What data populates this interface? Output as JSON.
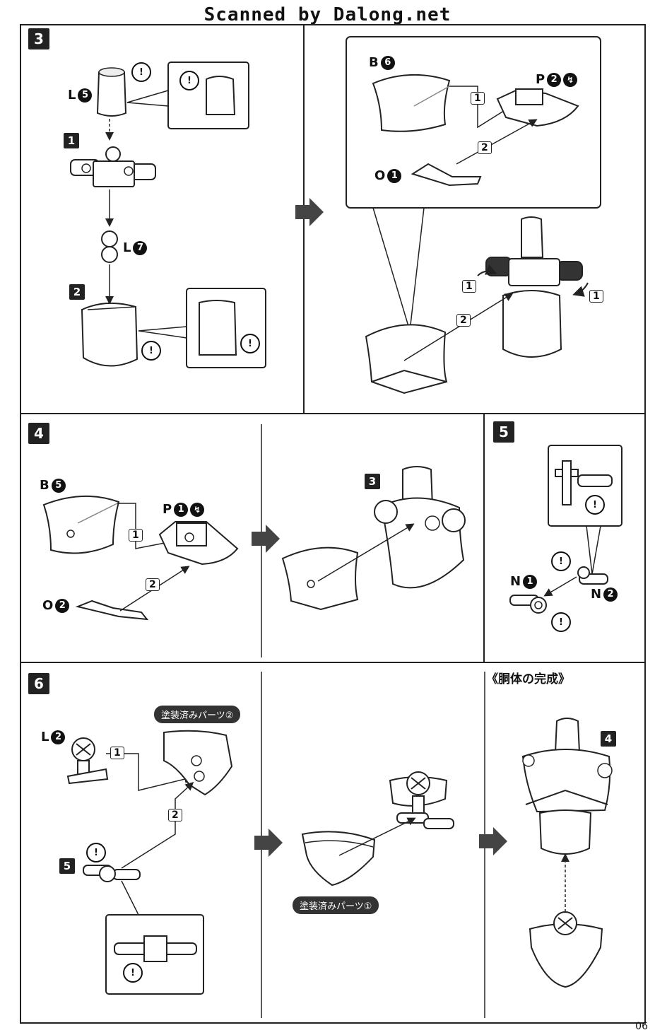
{
  "header": {
    "text": "Scanned by Dalong.net"
  },
  "page_number": "06",
  "steps": {
    "s3": {
      "number": "3"
    },
    "s4": {
      "number": "4"
    },
    "s5": {
      "number": "5"
    },
    "s6": {
      "number": "6"
    }
  },
  "sub_labels": {
    "a": "1",
    "b": "2",
    "c": "3",
    "d": "5",
    "e": "4"
  },
  "parts": {
    "L5": {
      "letter": "L",
      "num": "5"
    },
    "L7": {
      "letter": "L",
      "num": "7"
    },
    "B6": {
      "letter": "B",
      "num": "6"
    },
    "P2": {
      "letter": "P",
      "num": "2"
    },
    "O1": {
      "letter": "O",
      "num": "1"
    },
    "B5": {
      "letter": "B",
      "num": "5"
    },
    "P1": {
      "letter": "P",
      "num": "1"
    },
    "O2": {
      "letter": "O",
      "num": "2"
    },
    "N1": {
      "letter": "N",
      "num": "1"
    },
    "N2": {
      "letter": "N",
      "num": "2"
    },
    "L2": {
      "letter": "L",
      "num": "2"
    }
  },
  "painted_parts": {
    "p2": "塗装済みパーツ②",
    "p1": "塗装済みパーツ①"
  },
  "completion_title": "《胴体の完成》",
  "warning_glyph": "!",
  "order_marks": [
    "1",
    "2"
  ]
}
